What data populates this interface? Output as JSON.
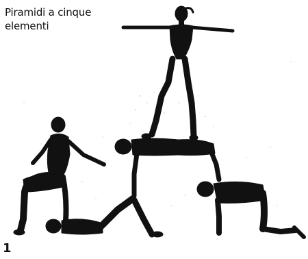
{
  "caption": {
    "line1": "Piramidi a cinque",
    "line2": "elementi"
  },
  "page_number": "1",
  "colors": {
    "ink": "#111111",
    "paper": "#ffffff",
    "speckle": "#9a9a9a"
  },
  "figures": [
    {
      "pose": "standing-arms-out"
    },
    {
      "pose": "kneeling-arms-forward"
    },
    {
      "pose": "supine-legs-raised"
    },
    {
      "pose": "bridge-support"
    },
    {
      "pose": "all-fours"
    }
  ]
}
